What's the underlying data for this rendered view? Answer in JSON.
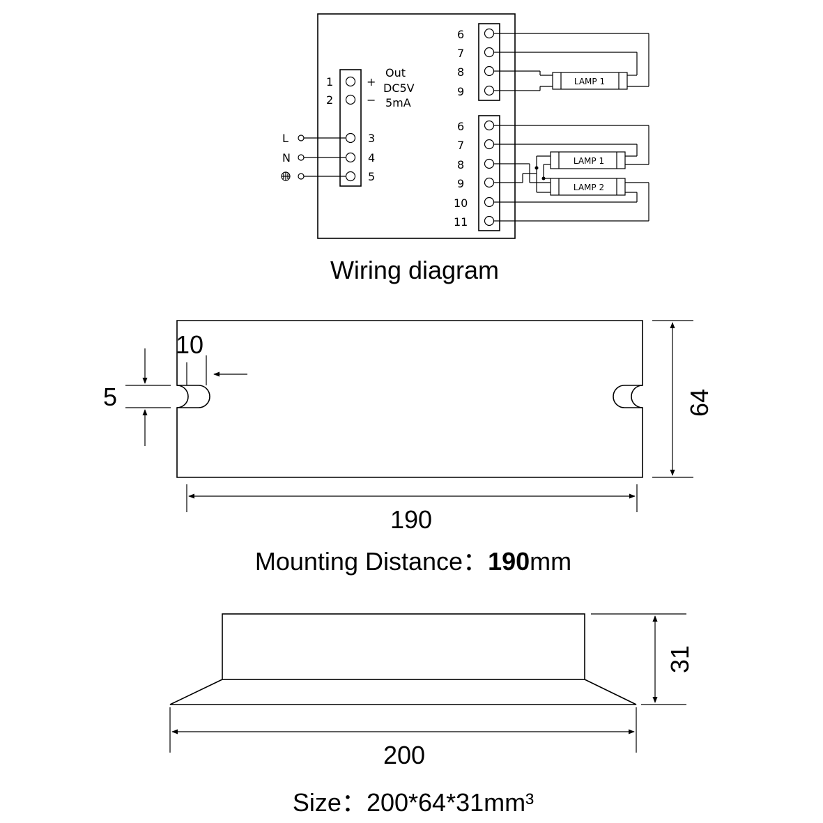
{
  "wiring": {
    "caption": "Wiring diagram",
    "left_terminals": [
      "1",
      "2",
      "3",
      "4",
      "5"
    ],
    "output_signs": [
      "+",
      "−"
    ],
    "output_label": [
      "Out",
      "DC5V",
      "5mA"
    ],
    "inputs": [
      "L",
      "N"
    ],
    "ground_symbol": "ground-icon",
    "block_a_terminals": [
      "6",
      "7",
      "8",
      "9"
    ],
    "block_b_terminals": [
      "6",
      "7",
      "8",
      "9",
      "10",
      "11"
    ],
    "lamp1_a": "LAMP 1",
    "lamp1_b": "LAMP 1",
    "lamp2_b": "LAMP 2"
  },
  "top_view": {
    "dim_slot_width": "10",
    "dim_slot_height": "5",
    "dim_height": "64",
    "dim_mounting": "190",
    "caption_label": "Mounting  Distance",
    "caption_sep": "：",
    "caption_value": "190",
    "caption_unit": "mm"
  },
  "side_view": {
    "dim_height": "31",
    "dim_length": "200",
    "caption_label": "Size",
    "caption_sep": "：",
    "caption_value": "200*64*31mm³"
  }
}
